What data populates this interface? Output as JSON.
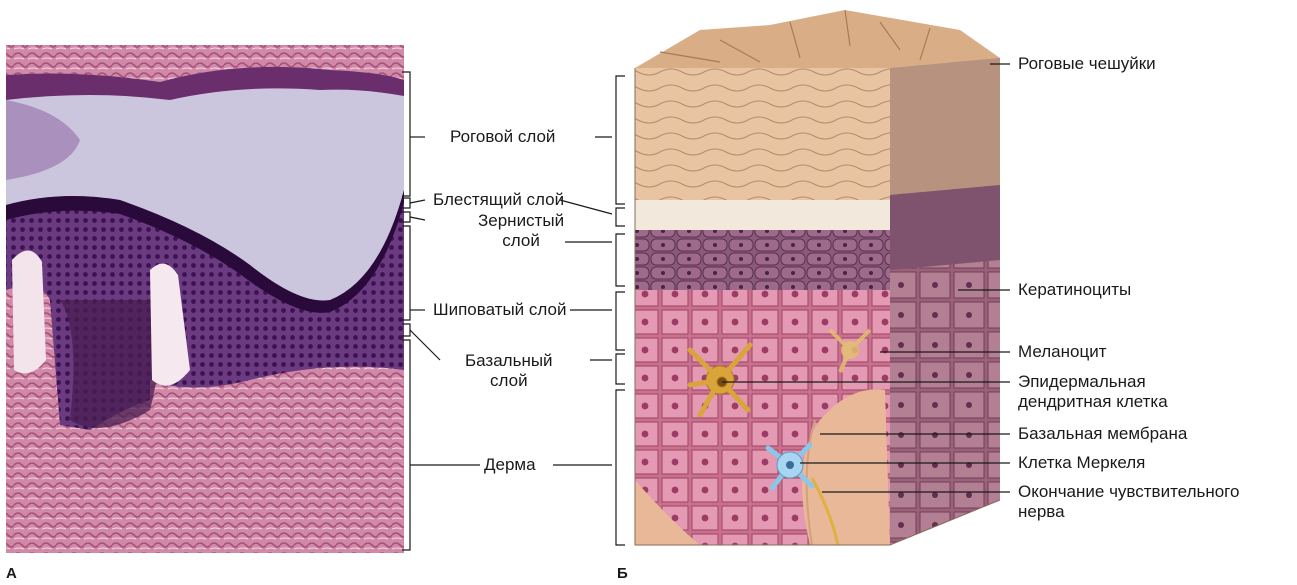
{
  "panels": {
    "a": {
      "letter": "А",
      "labels": {
        "stratum_corneum": "Роговой слой",
        "stratum_lucidum": "Блестящий слой",
        "stratum_granulosum": "Зернистый\nслой",
        "stratum_spinosum": "Шиповатый слой",
        "stratum_basale": "Базальный\nслой",
        "dermis": "Дерма"
      }
    },
    "b": {
      "letter": "Б",
      "labels": {
        "cornified_scales": "Роговые чешуйки",
        "keratinocytes": "Кератиноциты",
        "melanocyte": "Меланоцит",
        "dendritic_cell": "Эпидермальная\nдендритная клетка",
        "basement_membrane": "Базальная мембрана",
        "merkel_cell": "Клетка Меркеля",
        "nerve_ending": "Окончание чувствительного\nнерва"
      }
    }
  },
  "colors": {
    "histo_corneum": "#c9c4dc",
    "histo_dark": "#5a2a6a",
    "histo_dermis": "#c8789a",
    "block_corneum": "#e9c7a6",
    "block_granular": "#8a5a78",
    "block_spinous": "#d98fa6",
    "leader": "#1a1a1a"
  }
}
